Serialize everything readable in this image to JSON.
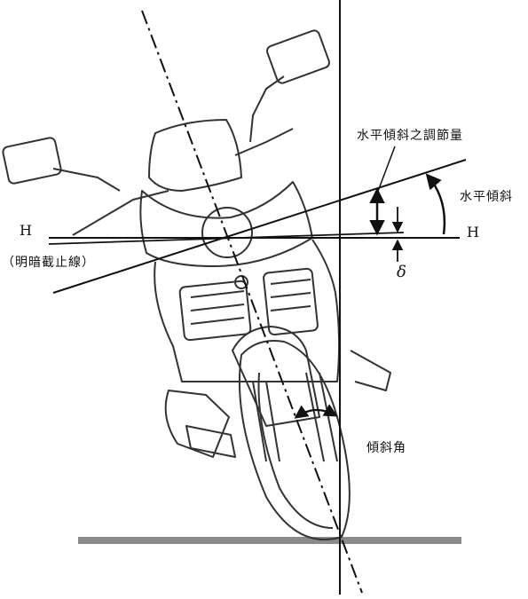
{
  "labels": {
    "adjust_amount": "水平傾斜之調節量",
    "horizontal_tilt": "水平傾斜",
    "h_left": "H",
    "h_right": "H",
    "cutoff_line": "（明暗截止線）",
    "delta": "δ",
    "lean_angle": "傾斜角"
  },
  "colors": {
    "line": "#111111",
    "ground": "#8a8a8a",
    "sketch": "#333333"
  }
}
